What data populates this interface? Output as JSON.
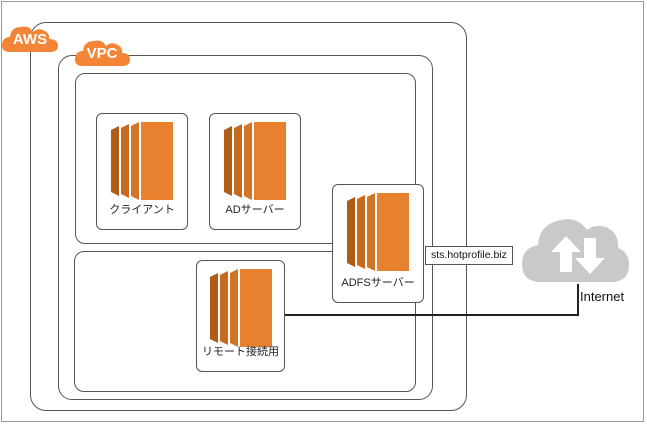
{
  "containers": {
    "aws_label": "AWS",
    "vpc_label": "VPC"
  },
  "servers": [
    {
      "id": "client",
      "label": "クライアント"
    },
    {
      "id": "ad",
      "label": "ADサーバー"
    },
    {
      "id": "adfs",
      "label": "ADFSサーバー"
    },
    {
      "id": "remote",
      "label": "リモート接続用"
    }
  ],
  "network": {
    "domain": "sts.hotprofile.biz",
    "internet_label": "Internet"
  },
  "colors": {
    "aws_orange": "#f58536",
    "server_orange": "#e7812f",
    "server_dark": "#b15c16",
    "cloud_gray": "#c9c9c9"
  }
}
